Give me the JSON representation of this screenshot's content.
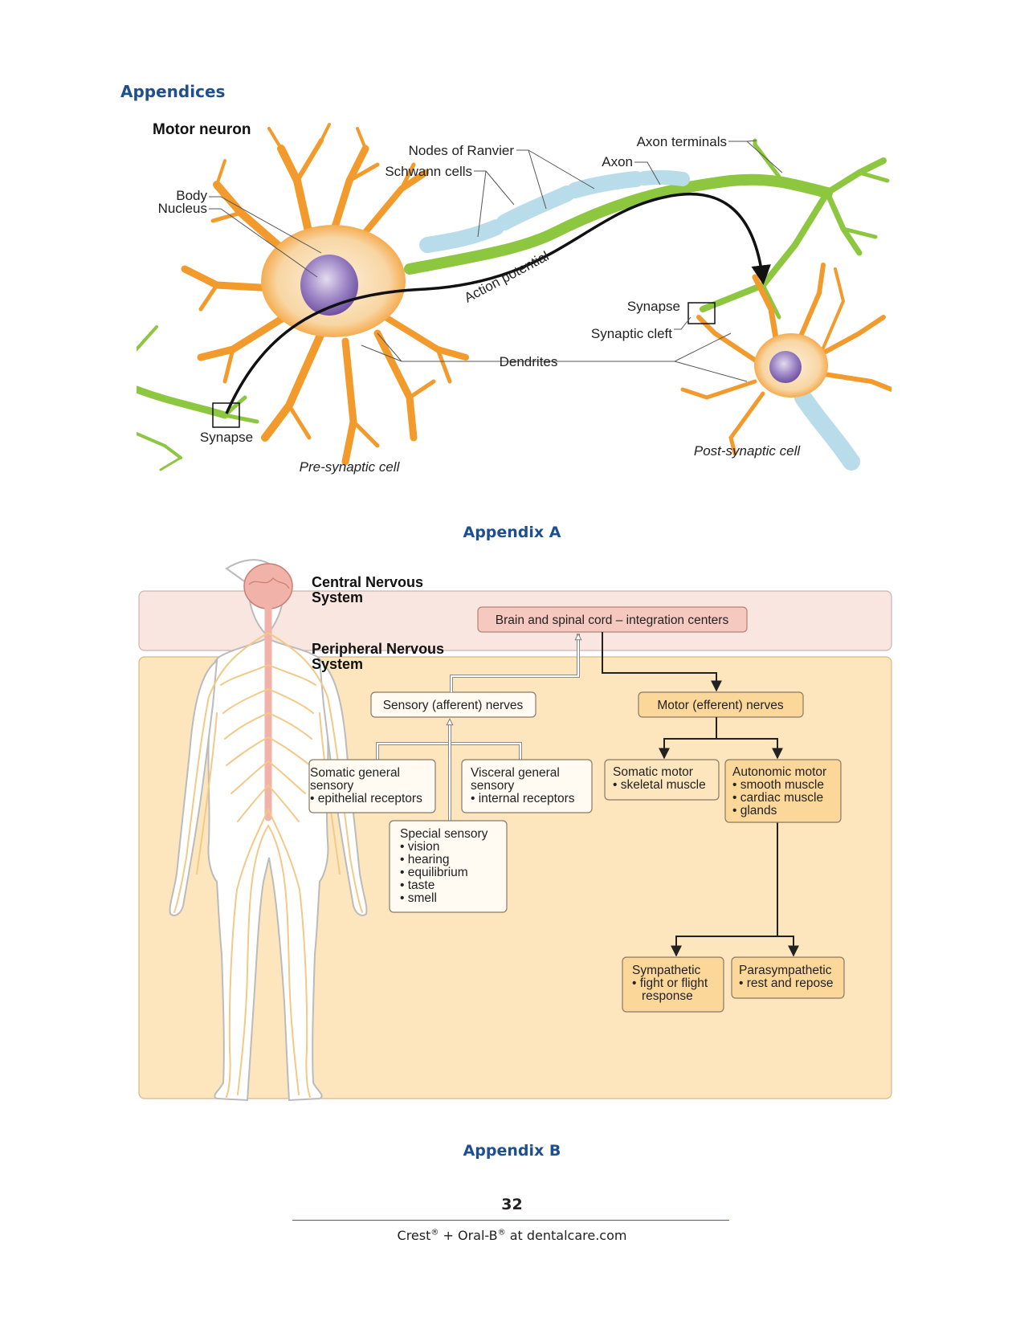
{
  "page": {
    "section_heading": "Appendices",
    "page_number": "32",
    "footer": {
      "brand1": "Crest",
      "brand2": "Oral-B",
      "reg": "®",
      "plus": "+",
      "suffix": "at dentalcare.com"
    }
  },
  "figure_a": {
    "caption": "Appendix A",
    "title": "Motor neuron",
    "labels": {
      "body": "Body",
      "nucleus": "Nucleus",
      "nodes": "Nodes of Ranvier",
      "schwann": "Schwann cells",
      "axon": "Axon",
      "axon_terminals": "Axon terminals",
      "action_potential": "Action potential",
      "synapse_post": "Synapse",
      "synaptic_cleft": "Synaptic cleft",
      "dendrites": "Dendrites",
      "synapse_pre": "Synapse",
      "pre_cell": "Pre-synaptic cell",
      "post_cell": "Post-synaptic cell"
    },
    "colors": {
      "cell_orange": "#f39a2c",
      "cell_body": "#f8d9a8",
      "nucleus": "#8b6fb5",
      "axon_green": "#8dc63f",
      "myelin": "#b9dcea"
    }
  },
  "figure_b": {
    "caption": "Appendix B",
    "cns": {
      "label_line1": "Central Nervous",
      "label_line2": "System",
      "box_main": "Brain and spinal cord",
      "box_dash": "–",
      "box_rest": "integration centers"
    },
    "pns": {
      "label_line1": "Peripheral Nervous",
      "label_line2": "System"
    },
    "sensory": "Sensory (afferent) nerves",
    "motor": "Motor (efferent) nerves",
    "somatic_general": {
      "line1": "Somatic general",
      "line2": "sensory",
      "items": [
        "epithelial receptors"
      ]
    },
    "visceral_general": {
      "line1": "Visceral general",
      "line2": "sensory",
      "items": [
        "internal receptors"
      ]
    },
    "special": {
      "title": "Special sensory",
      "items": [
        "vision",
        "hearing",
        "equilibrium",
        "taste",
        "smell"
      ]
    },
    "somatic_motor": {
      "title": "Somatic motor",
      "items": [
        "skeletal muscle"
      ]
    },
    "autonomic_motor": {
      "title": "Autonomic motor",
      "items": [
        "smooth muscle",
        "cardiac muscle",
        "glands"
      ]
    },
    "sympathetic": {
      "title": "Sympathetic",
      "item_line1": "fight or flight",
      "item_line2": "response"
    },
    "parasympathetic": {
      "title": "Parasympathetic",
      "items": [
        "rest and repose"
      ]
    },
    "colors": {
      "cns_band": "#f9e6e0",
      "pns_band": "#fde5bd",
      "box_pink": "#f5c9c0",
      "box_orange": "#fcd79a",
      "box_light": "#fffaf2",
      "nerve": "#f2c987"
    }
  }
}
